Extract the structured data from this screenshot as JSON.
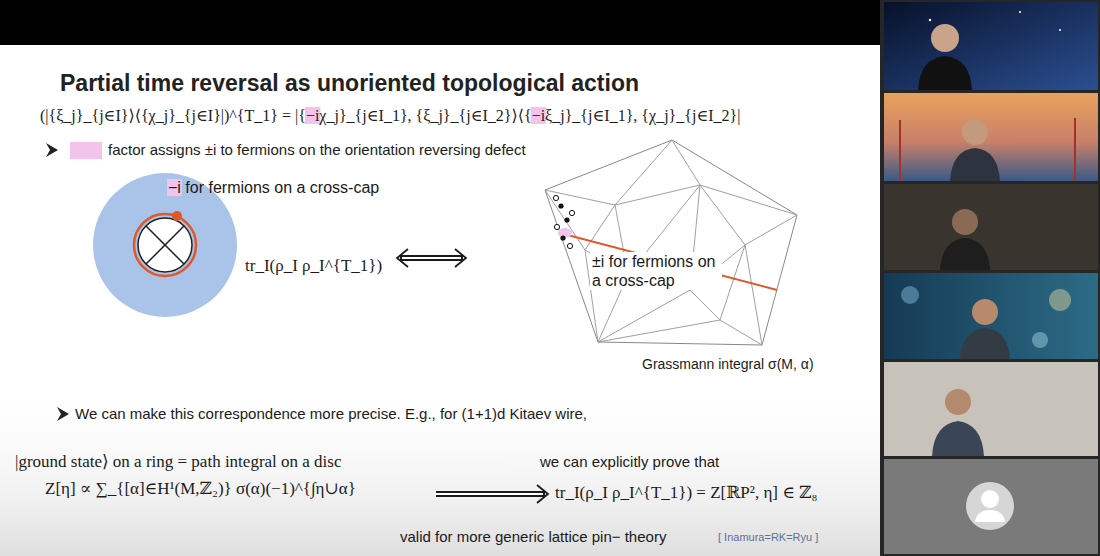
{
  "diagram": {
    "title": "Partial time reversal as unoriented topological action",
    "nodes": [
      {
        "text": [
          "−i for fermions on a cross-cap",
          "tr_I(ρ_I ρ_I^{T_1})"
        ]
      },
      {
        "text": [
          "±i for fermions on a cross-cap",
          "Grassmann integral σ(M, α)"
        ]
      },
      {
        "text": [
          "|ground state⟩ on a ring = path integral on a disc",
          "Z[η] ∝ ∑_{[α]∈H¹(M,ℤ₂)} σ(α)(−1)^{∫η∪α}"
        ]
      },
      {
        "text": [
          "tr_I(ρ_I ρ_I^{T_1}) = Z[ℝP², η] ∈ ℤ₈"
        ]
      }
    ],
    "edges": [
      {
        "from": 0,
        "to": 1,
        "arrow": "both"
      },
      {
        "from": 2,
        "to": 3,
        "arrow": "to"
      }
    ],
    "labels": [
      "(|{ξ_j}_{j∈I}⟩⟨{χ_j}_{j∈I}|)^{T_1} = |{−iχ_j}_{j∈I_1}, {ξ_j}_{j∈I_2}⟩⟨{−iξ_j}_{j∈I_1}, {χ_j}_{j∈I_2}|",
      "factor assigns ±i to fermions on the orientation reversing defect",
      "We can make this correspondence more precise. E.g., for (1+1)d Kitaev wire,",
      "we can explicitly prove that",
      "valid for more generic lattice pin− theory",
      "[ Inamura=RK=Ryu ]"
    ]
  }
}
